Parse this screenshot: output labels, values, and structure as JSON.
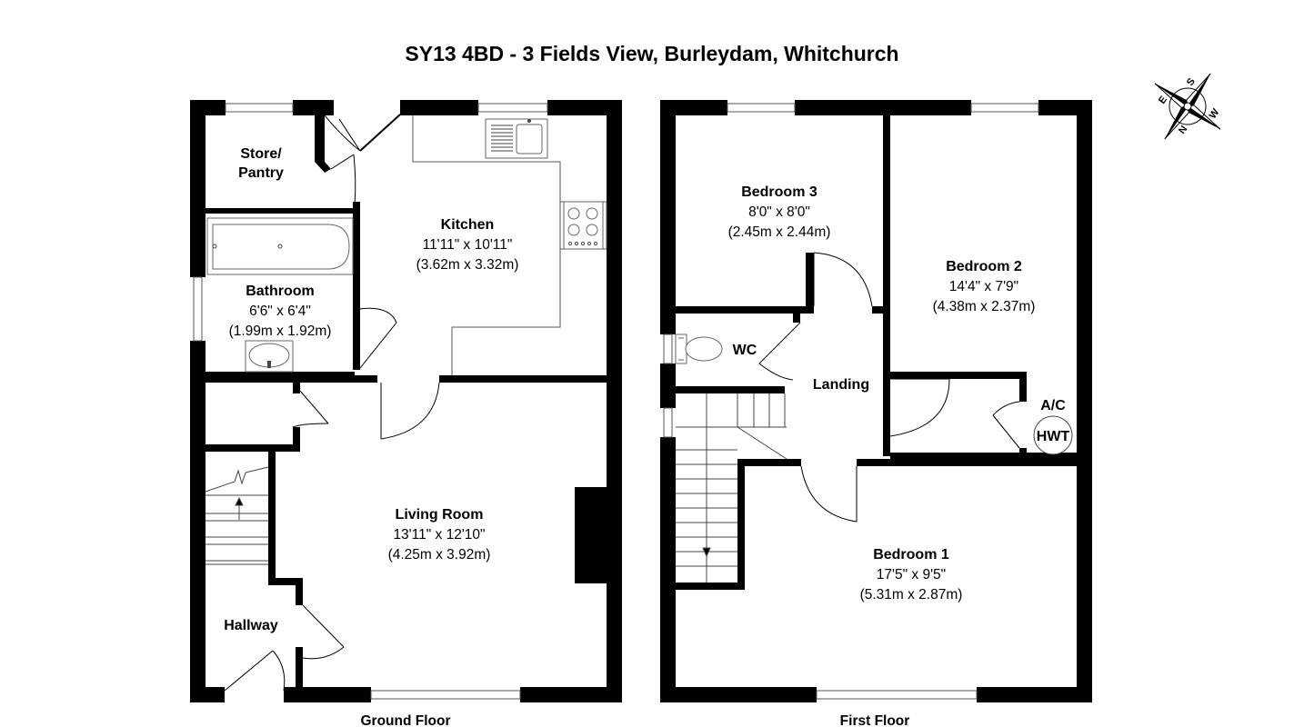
{
  "title": "SY13 4BD - 3 Fields View, Burleydam, Whitchurch",
  "floors": [
    {
      "label": "Ground Floor",
      "rooms": [
        {
          "id": "store",
          "name_lines": [
            "Store/",
            "Pantry"
          ]
        },
        {
          "id": "kitchen",
          "name": "Kitchen",
          "imperial": "11'11\" x 10'11\"",
          "metric": "(3.62m x 3.32m)"
        },
        {
          "id": "bathroom",
          "name": "Bathroom",
          "imperial": "6'6\" x 6'4\"",
          "metric": "(1.99m x 1.92m)"
        },
        {
          "id": "living",
          "name": "Living Room",
          "imperial": "13'11\" x 12'10\"",
          "metric": "(4.25m x 3.92m)"
        },
        {
          "id": "hallway",
          "name": "Hallway"
        }
      ]
    },
    {
      "label": "First Floor",
      "rooms": [
        {
          "id": "bed3",
          "name": "Bedroom 3",
          "imperial": "8'0\" x 8'0\"",
          "metric": "(2.45m x 2.44m)"
        },
        {
          "id": "bed2",
          "name": "Bedroom 2",
          "imperial": "14'4\" x 7'9\"",
          "metric": "(4.38m x 2.37m)"
        },
        {
          "id": "wc",
          "name": "WC"
        },
        {
          "id": "landing",
          "name": "Landing"
        },
        {
          "id": "ac",
          "name": "A/C"
        },
        {
          "id": "hwt",
          "name": "HWT"
        },
        {
          "id": "bed1",
          "name": "Bedroom 1",
          "imperial": "17'5\" x 9'5\"",
          "metric": "(5.31m x 2.87m)"
        }
      ]
    }
  ],
  "compass": {
    "icon": "compass-rose-icon",
    "letters": [
      "E",
      "S",
      "W",
      "N"
    ]
  }
}
